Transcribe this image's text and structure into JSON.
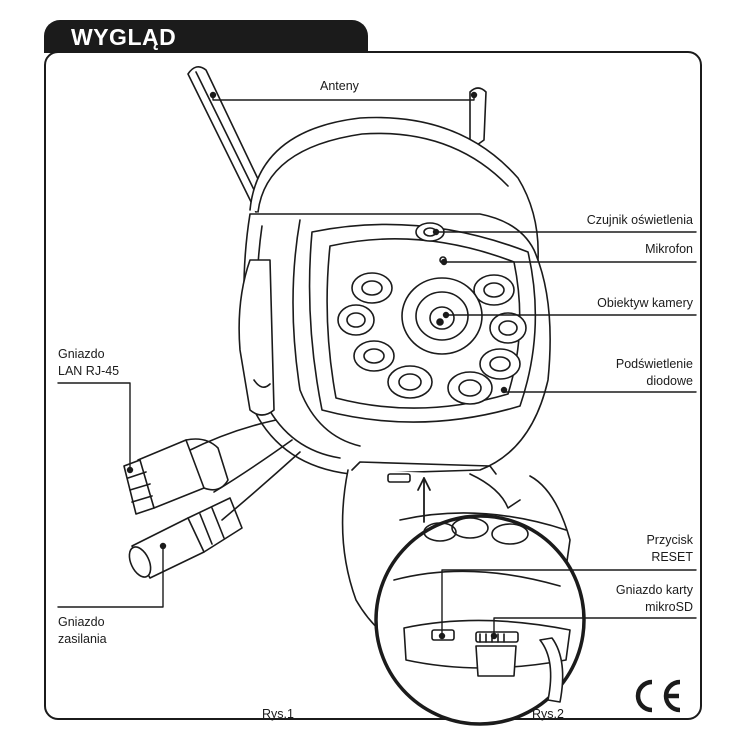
{
  "header": {
    "title": "WYGLĄD"
  },
  "labels": {
    "anteny": "Anteny",
    "czujnik": "Czujnik oświetlenia",
    "mikrofon": "Mikrofon",
    "obiektyw": "Obiektyw kamery",
    "podswietlenie_1": "Podświetlenie",
    "podswietlenie_2": "diodowe",
    "lan_1": "Gniazdo",
    "lan_2": "LAN RJ-45",
    "zasilanie_1": "Gniazdo",
    "zasilanie_2": "zasilania",
    "reset_1": "Przycisk",
    "reset_2": "RESET",
    "sd_1": "Gniazdo karty",
    "sd_2": "mikroSD"
  },
  "figures": {
    "fig1": "Rys.1",
    "fig2": "Rys.2"
  },
  "mark": {
    "ce": "CE mark"
  }
}
